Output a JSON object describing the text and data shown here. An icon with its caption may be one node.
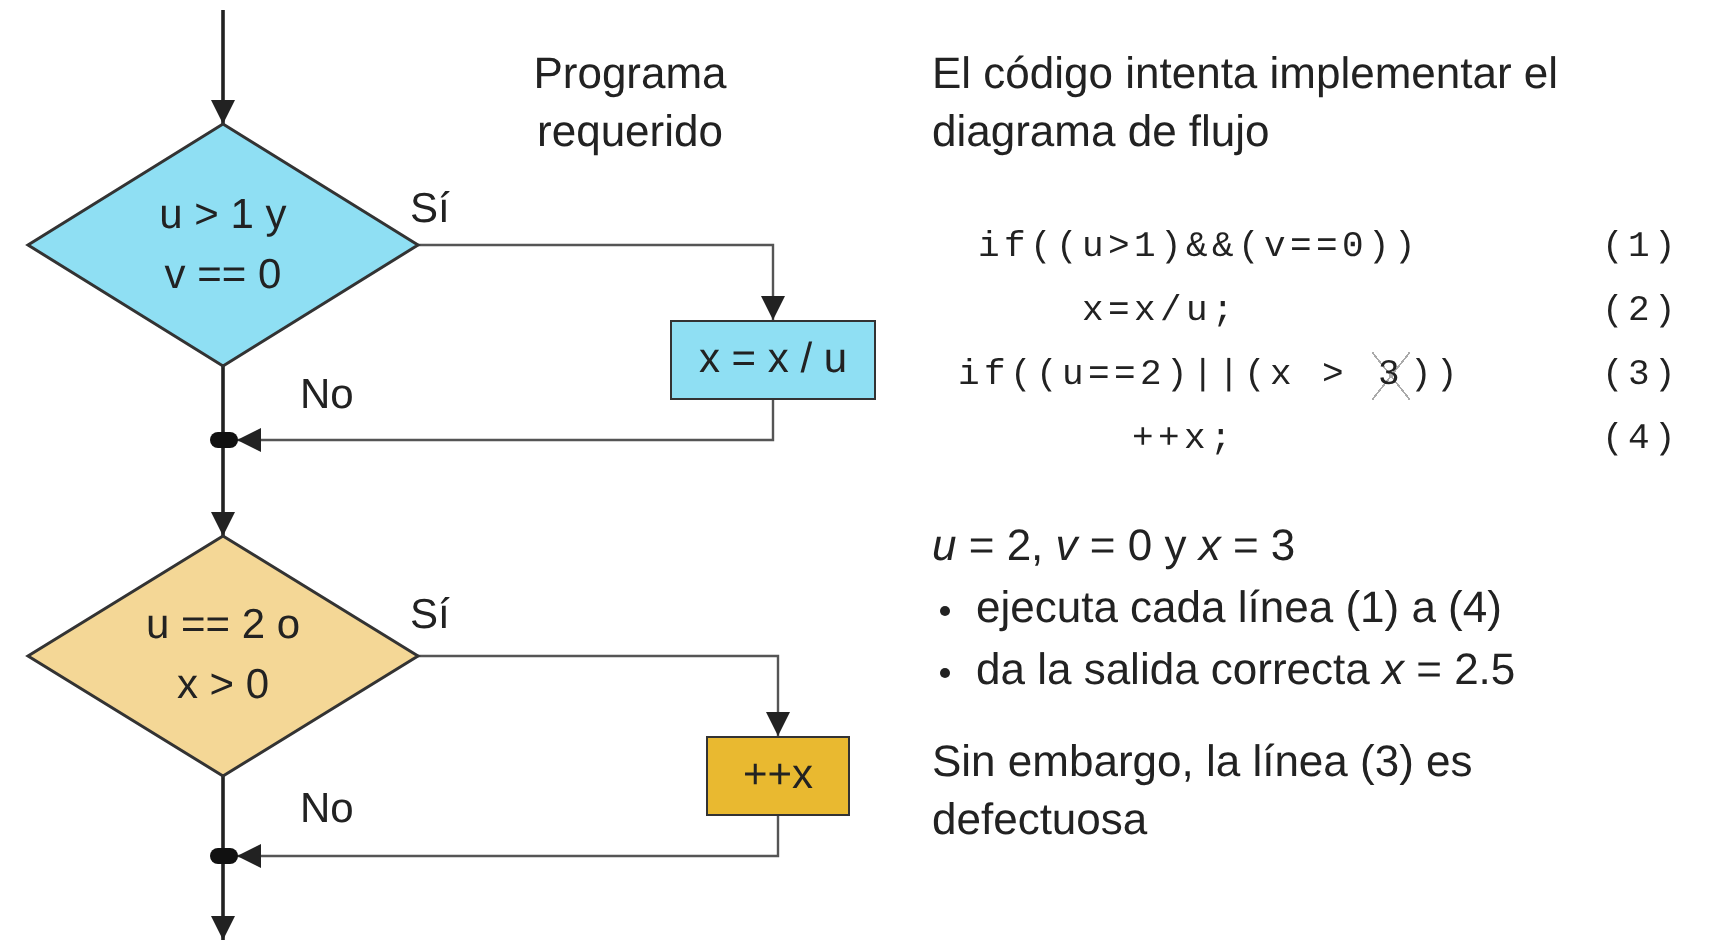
{
  "diagram": {
    "nodes": [
      {
        "text": [
          "u > 1  y v == 0"
        ]
      },
      {
        "text": [
          "x = x / u"
        ]
      },
      {
        "text": [],
        "shape": "circle"
      },
      {
        "text": [
          "u == 2 o x > 0"
        ]
      },
      {
        "text": [
          "++x"
        ]
      },
      {
        "text": [],
        "shape": "circle"
      }
    ],
    "edges": [
      {
        "from": null,
        "to": 0,
        "arrow": "to"
      },
      {
        "from": 0,
        "to": 1,
        "arrow": "to",
        "label": "Sí"
      },
      {
        "from": 0,
        "to": 2,
        "arrow": "none",
        "label": "No"
      },
      {
        "from": 1,
        "to": 2,
        "arrow": "to"
      },
      {
        "from": 2,
        "to": 3,
        "arrow": "to"
      },
      {
        "from": 3,
        "to": 4,
        "arrow": "to",
        "label": "Sí"
      },
      {
        "from": 3,
        "to": 5,
        "arrow": "none",
        "label": "No"
      },
      {
        "from": 4,
        "to": 5,
        "arrow": "to"
      },
      {
        "from": 5,
        "to": null,
        "arrow": "to"
      }
    ],
    "labels": [
      "Programa requerido",
      "El código intenta implementar el diagrama de flujo",
      "if((u>1)&&(v==0))",
      "(1)",
      "x=x/u;",
      "(2)",
      "if((u==2)||(x >",
      "3",
      "))",
      "(3)",
      "++x;",
      "(4)",
      "*u* = 2, *v* = 0 y *x* = 3",
      "ejecuta cada línea (1) a (4)",
      "da la salida correcta *x* = 2.5",
      "Sin embargo, la línea (3) es defectuosa"
    ]
  }
}
